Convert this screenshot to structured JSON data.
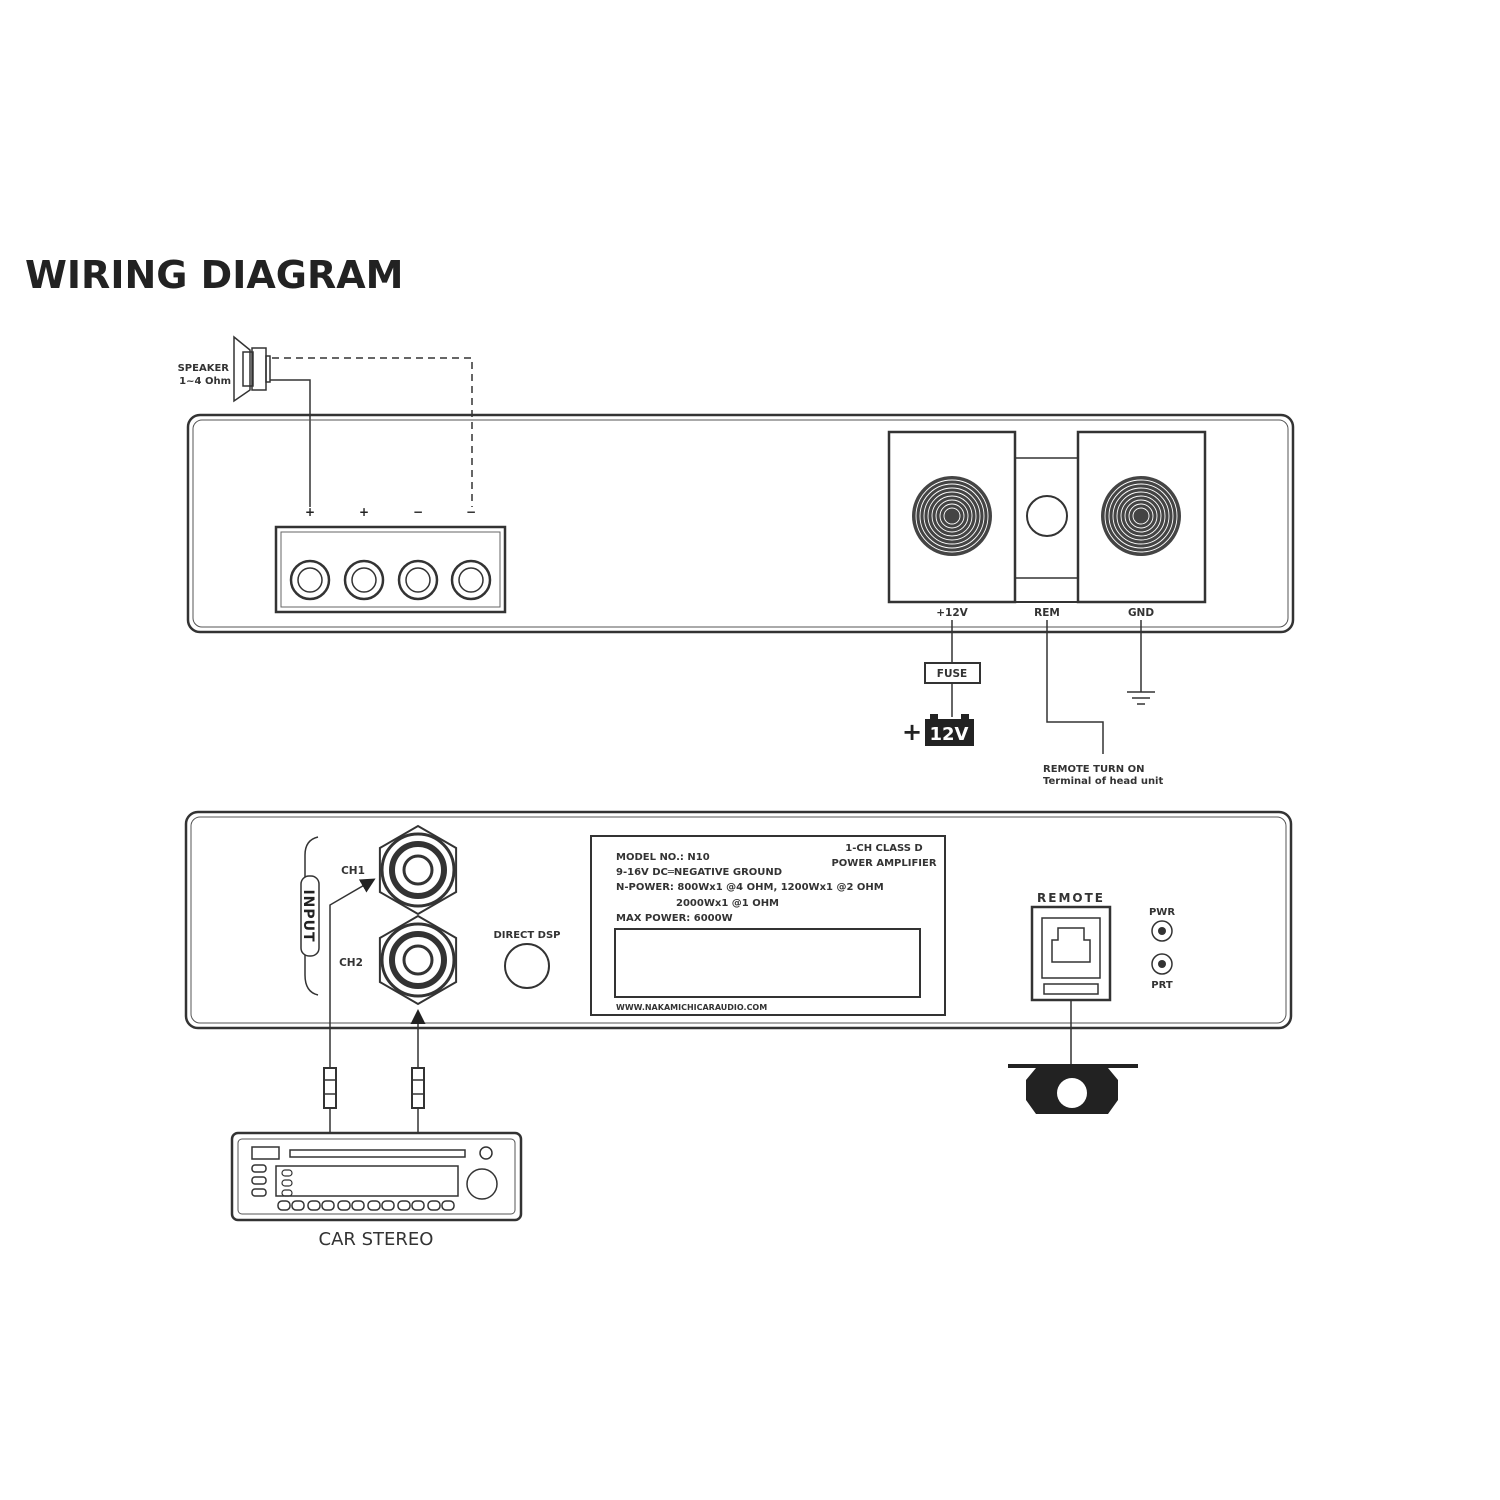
{
  "title": "WIRING DIAGRAM",
  "speaker": {
    "label": "SPEAKER",
    "impedance": "1~4 Ohm"
  },
  "top_panel": {
    "terminal_polarities": [
      "+",
      "+",
      "−",
      "−"
    ],
    "power_terminals": {
      "plus12v": "+12V",
      "rem": "REM",
      "gnd": "GND"
    },
    "fuse_label": "FUSE",
    "battery": {
      "sign": "+",
      "label": "12V"
    },
    "remote_note": [
      "REMOTE TURN ON",
      "Terminal of head unit"
    ]
  },
  "bottom_panel": {
    "input_label": "INPUT",
    "ch1": "CH1",
    "ch2": "CH2",
    "direct_dsp": "DIRECT DSP",
    "spec_plate": {
      "model": "MODEL NO.: N10",
      "voltage": "9-16V DC═NEGATIVE GROUND",
      "power_line1": "N-POWER: 800Wx1 @4 OHM, 1200Wx1 @2 OHM",
      "power_line2": "2000Wx1 @1 OHM",
      "max_power": "MAX POWER: 6000W",
      "type_line1": "1-CH CLASS D",
      "type_line2": "POWER AMPLIFIER",
      "website": "WWW.NAKAMICHICARAUDIO.COM"
    },
    "remote_label": "REMOTE",
    "pwr_label": "PWR",
    "prt_label": "PRT"
  },
  "car_stereo_label": "CAR STEREO",
  "colors": {
    "ink": "#222222",
    "background": "#ffffff"
  }
}
